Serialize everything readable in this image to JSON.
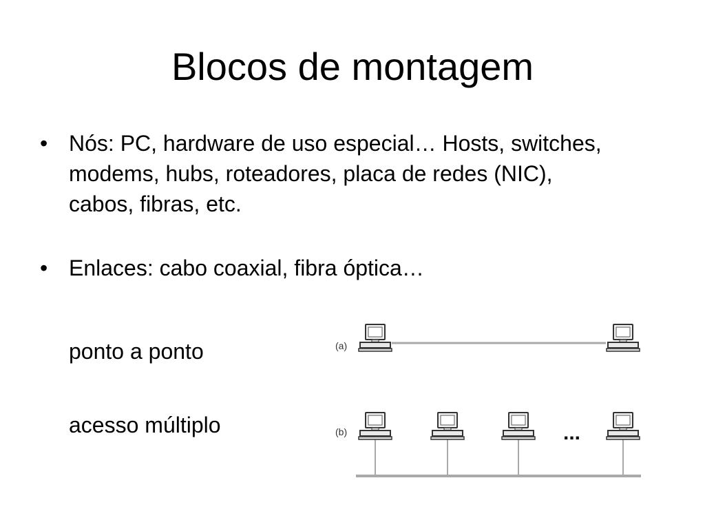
{
  "slide": {
    "title": "Blocos de montagem",
    "bullets": [
      {
        "marker": "•",
        "text": "Nós: PC, hardware de uso especial… Hosts, switches, modems, hubs, roteadores, placa de redes (NIC), cabos, fibras, etc."
      },
      {
        "marker": "•",
        "text": "Enlaces: cabo coaxial, fibra óptica…"
      }
    ],
    "point_to_point": "ponto a ponto",
    "multiple_access": "acesso múltiplo"
  },
  "diagram": {
    "label_a": "(a)",
    "label_b": "(b)",
    "ellipsis": "...",
    "colors": {
      "line": "#a9a9a9",
      "computer_stroke": "#333333",
      "computer_fill": "#e8e8e8"
    }
  }
}
